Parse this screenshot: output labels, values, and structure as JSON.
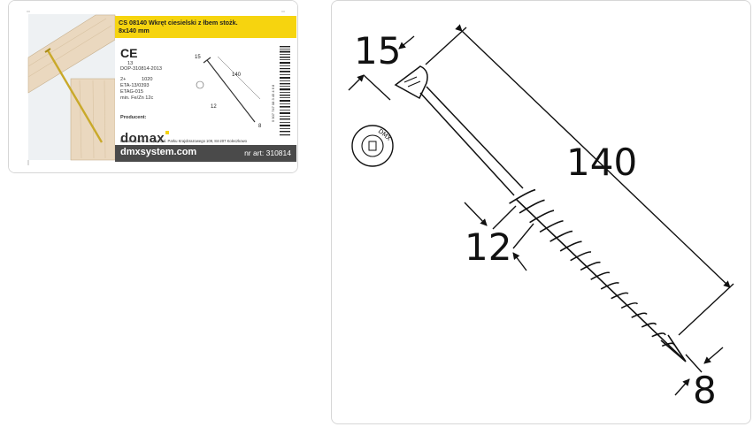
{
  "thumbnail": {
    "product_title": "CS 08140 Wkręt ciesielski z łbem stożk.",
    "product_size": "8x140 mm",
    "ce_mark": "CE",
    "ce_year": "13",
    "dop": "DOP-310814-2013",
    "notified_prefix": "2+",
    "notified_body": "1020",
    "eta": "ETA-13/0393",
    "etag": "ETAG-015",
    "coating": "min. Fe/Zn 12c",
    "producer_label": "Producent:",
    "brand": "domax",
    "producer_address": "Domax Sp. z o.o., Łężyn, al. Parku Krajobrazowego 109, 84-207 Koleczkowo",
    "website": "dmxsystem.com",
    "article": "nr art: 310814",
    "mini_dims": {
      "head": "15",
      "length": "140",
      "thread": "12",
      "diameter": "8"
    },
    "barcode_digits": "5 907 747 08 3 45 4 6 8"
  },
  "drawing": {
    "dimensions": {
      "head": "15",
      "length": "140",
      "thread": "12",
      "diameter": "8"
    },
    "head_stamp": "DMX"
  },
  "colors": {
    "label_yellow": "#f6d40f",
    "label_footer": "#4a4a4a",
    "wood": "#ead8bf",
    "screw_thumb": "#c9a92a"
  }
}
